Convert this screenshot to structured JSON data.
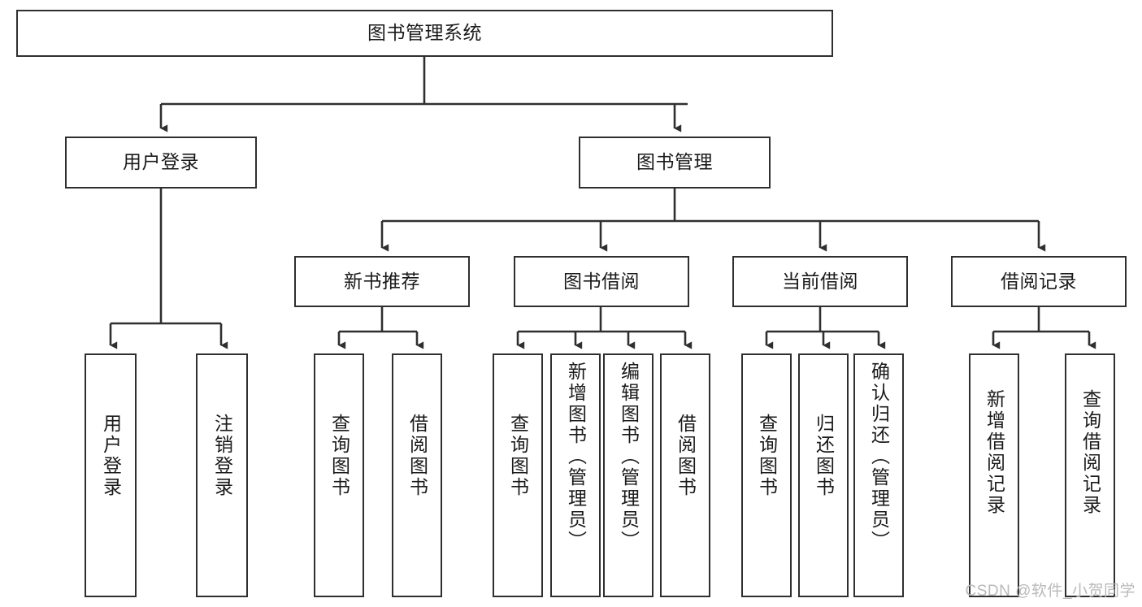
{
  "diagram": {
    "title_node": {
      "id": "root",
      "label": "图书管理系统"
    },
    "level2": [
      {
        "id": "login",
        "label": "用户登录"
      },
      {
        "id": "bookmgmt",
        "label": "图书管理"
      }
    ],
    "level3": [
      {
        "id": "newbook",
        "label": "新书推荐"
      },
      {
        "id": "borrow",
        "label": "图书借阅"
      },
      {
        "id": "current",
        "label": "当前借阅"
      },
      {
        "id": "record",
        "label": "借阅记录"
      }
    ],
    "leaves": {
      "login": [
        {
          "id": "leaf-user-login",
          "label": "用户登录"
        },
        {
          "id": "leaf-logout",
          "label": "注销登录"
        }
      ],
      "newbook": [
        {
          "id": "leaf-query-book-1",
          "label": "查询图书"
        },
        {
          "id": "leaf-borrow-book-1",
          "label": "借阅图书"
        }
      ],
      "borrow": [
        {
          "id": "leaf-query-book-2",
          "label": "查询图书"
        },
        {
          "id": "leaf-add-book",
          "label": "新增图书（管理员）"
        },
        {
          "id": "leaf-edit-book",
          "label": "编辑图书（管理员）"
        },
        {
          "id": "leaf-borrow-book-2",
          "label": "借阅图书"
        }
      ],
      "current": [
        {
          "id": "leaf-query-book-3",
          "label": "查询图书"
        },
        {
          "id": "leaf-return-book",
          "label": "归还图书"
        },
        {
          "id": "leaf-confirm-return",
          "label": "确认归还（管理员）"
        }
      ],
      "record": [
        {
          "id": "leaf-add-record",
          "label": "新增借阅记录"
        },
        {
          "id": "leaf-query-record",
          "label": "查询借阅记录"
        }
      ]
    },
    "watermark": "CSDN @软件_小贺同学",
    "colors": {
      "stroke": "#2f2f2f",
      "fill": "#ffffff",
      "text": "#1a1a1a",
      "watermark": "#b9b9b9"
    }
  }
}
